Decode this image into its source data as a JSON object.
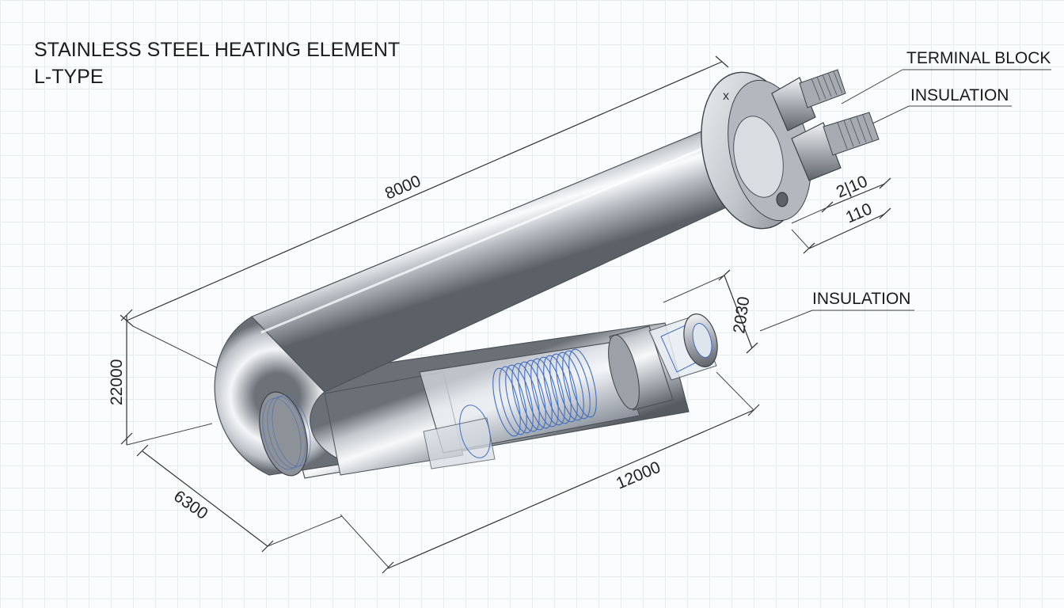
{
  "title": {
    "line1": "STAINLESS STEEL HEATING ELEMENT",
    "line2": "L-TYPE"
  },
  "dimensions": {
    "top_length": "8000",
    "bottom_length": "12000",
    "height": "22000",
    "depth": "6300",
    "flange_a": "2|10",
    "flange_b": "110",
    "insulation_dia": "2030"
  },
  "callouts": {
    "terminal_block": "TERMINAL BLOCK",
    "insulation_upper": "INSULATION",
    "insulation_lower": "INSULATION"
  },
  "colors": {
    "steel_light": "#f4f5f7",
    "steel_mid": "#b9bdc3",
    "steel_dark": "#6f747b",
    "coil_blue": "#3f6fc4"
  },
  "icons": {
    "flange_mark": "x"
  }
}
